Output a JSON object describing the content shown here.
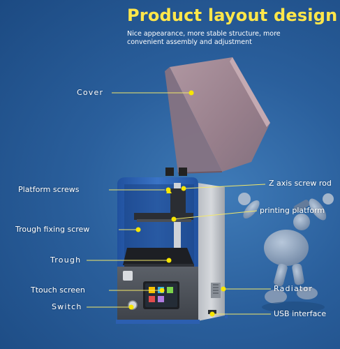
{
  "header": {
    "title": "Product layout design",
    "subtitle": "Nice appearance, more stable structure, more convenient assembly and adjustment"
  },
  "callouts": {
    "cover": "Cover",
    "platform_screws": "Platform screws",
    "trough_fixing_screw": "Trough fixing screw",
    "trough": "Trough",
    "touch_screen": "Ttouch screen",
    "switch": "Switch",
    "z_axis_screw_rod": "Z axis screw rod",
    "printing_platform": "printing platform",
    "radiator": "Radiator",
    "usb_interface": "USB interface"
  },
  "colors": {
    "title": "#ffe64a",
    "leader_line": "#f3e86a",
    "marker_dot": "#f7e600",
    "background": "#2a5f9c",
    "printer_blue": "#2c5fb0",
    "cover_tint": "#a48a94"
  }
}
